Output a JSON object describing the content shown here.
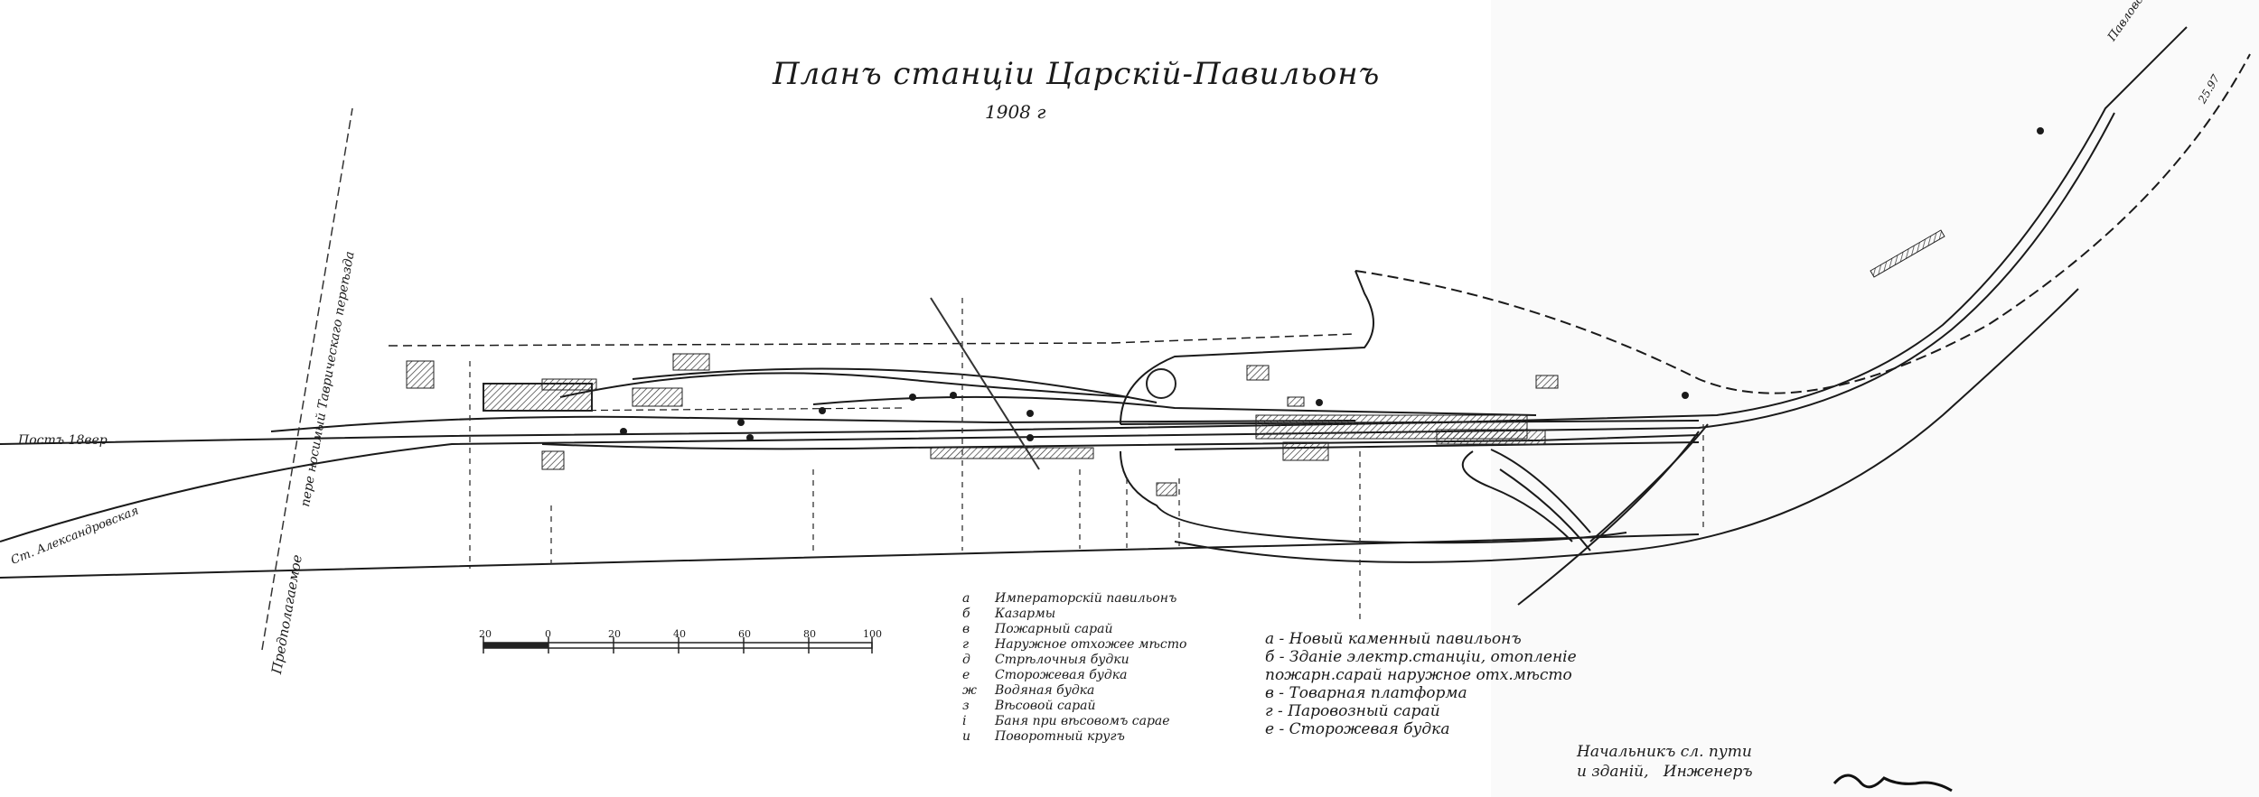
{
  "title": "Планъ станціи Царскій-Павильонъ",
  "year": "1908 г",
  "labels": {
    "left_track": "Постъ 18вер",
    "left_branch": "Ст. Александровская",
    "diag_proposed": "Предполагаемое",
    "diag_crossing": "пере носимый Таврическаго переѣзда",
    "right_top": "Павловскъ",
    "right_mid": "25.97"
  },
  "legend_old": [
    {
      "key": "а",
      "text": "Императорскій павильонъ"
    },
    {
      "key": "б",
      "text": "Казармы"
    },
    {
      "key": "в",
      "text": "Пожарный сарай"
    },
    {
      "key": "г",
      "text": "Наружное отхожее мѣсто"
    },
    {
      "key": "д",
      "text": "Стрѣлочныя будки"
    },
    {
      "key": "е",
      "text": "Сторожевая будка"
    },
    {
      "key": "ж",
      "text": "Водяная будка"
    },
    {
      "key": "з",
      "text": "Вѣсовой сарай"
    },
    {
      "key": "і",
      "text": "Баня при вѣсовомъ сарае"
    },
    {
      "key": "и",
      "text": "Поворотный кругъ"
    }
  ],
  "legend_new": [
    "а - Новый каменный павильонъ",
    "б - Зданіе электр.станціи, отопленіе",
    "     пожарн.сарай наружное отх.мѣсто",
    "в - Товарная платформа",
    "г - Паровозный сарай",
    "е - Сторожевая будка"
  ],
  "scale_ticks": [
    "20",
    "0",
    "20",
    "40",
    "60",
    "80",
    "100"
  ],
  "signature": {
    "line1": "Начальникъ сл. пути",
    "line2": "и зданій,",
    "line3": "Инженеръ"
  },
  "colors": {
    "ink": "#1a1a1a",
    "paper": "#ffffff"
  }
}
